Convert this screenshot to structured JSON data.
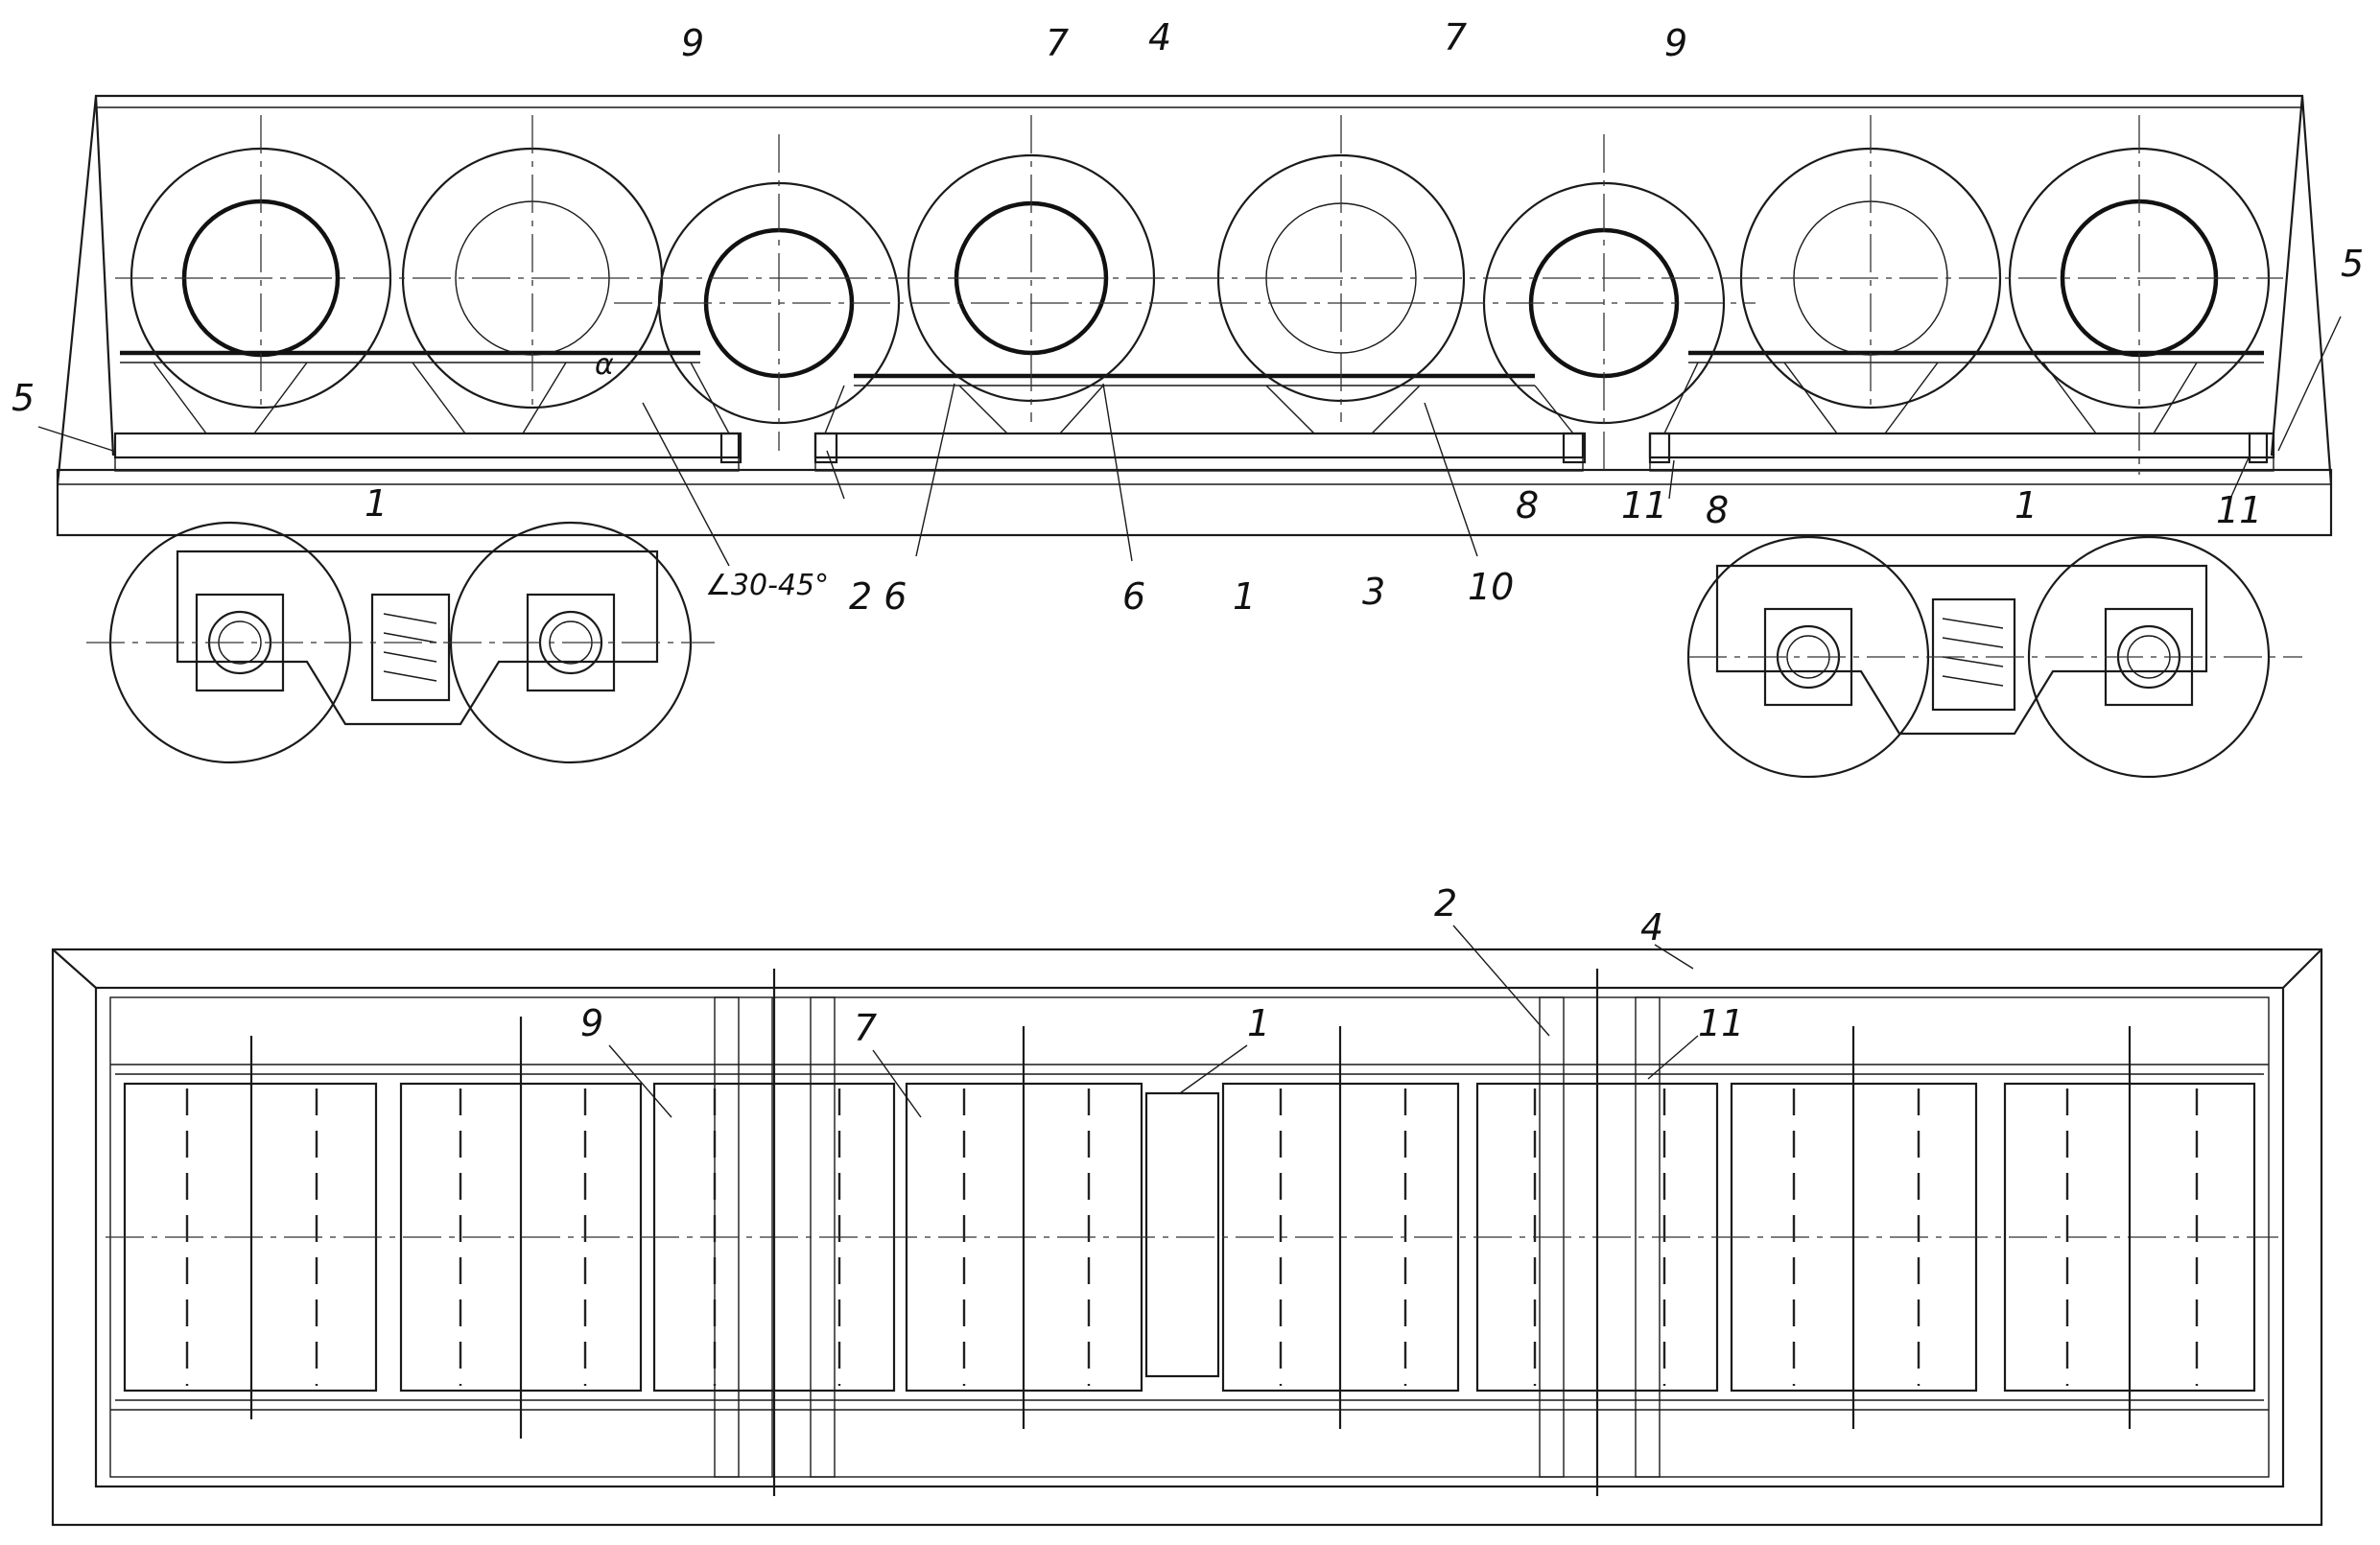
{
  "side_view": {
    "callouts": {
      "c9a": "9",
      "c7a": "7",
      "c4": "4",
      "c7b": "7",
      "c9b": "9",
      "c5a": "5",
      "c5b": "5",
      "c1a": "1",
      "c1b": "1",
      "c1c": "1",
      "calpha": "α",
      "cangle": "∠30-45°",
      "c26": "2 6",
      "c6": "6",
      "c3": "3",
      "c10": "10",
      "c8a": "8",
      "c8b": "8",
      "c11a": "11",
      "c11b": "11"
    }
  },
  "top_view": {
    "callouts": {
      "c2": "2",
      "c4": "4",
      "c9": "9",
      "c7": "7",
      "c1": "1",
      "c11": "11"
    }
  }
}
